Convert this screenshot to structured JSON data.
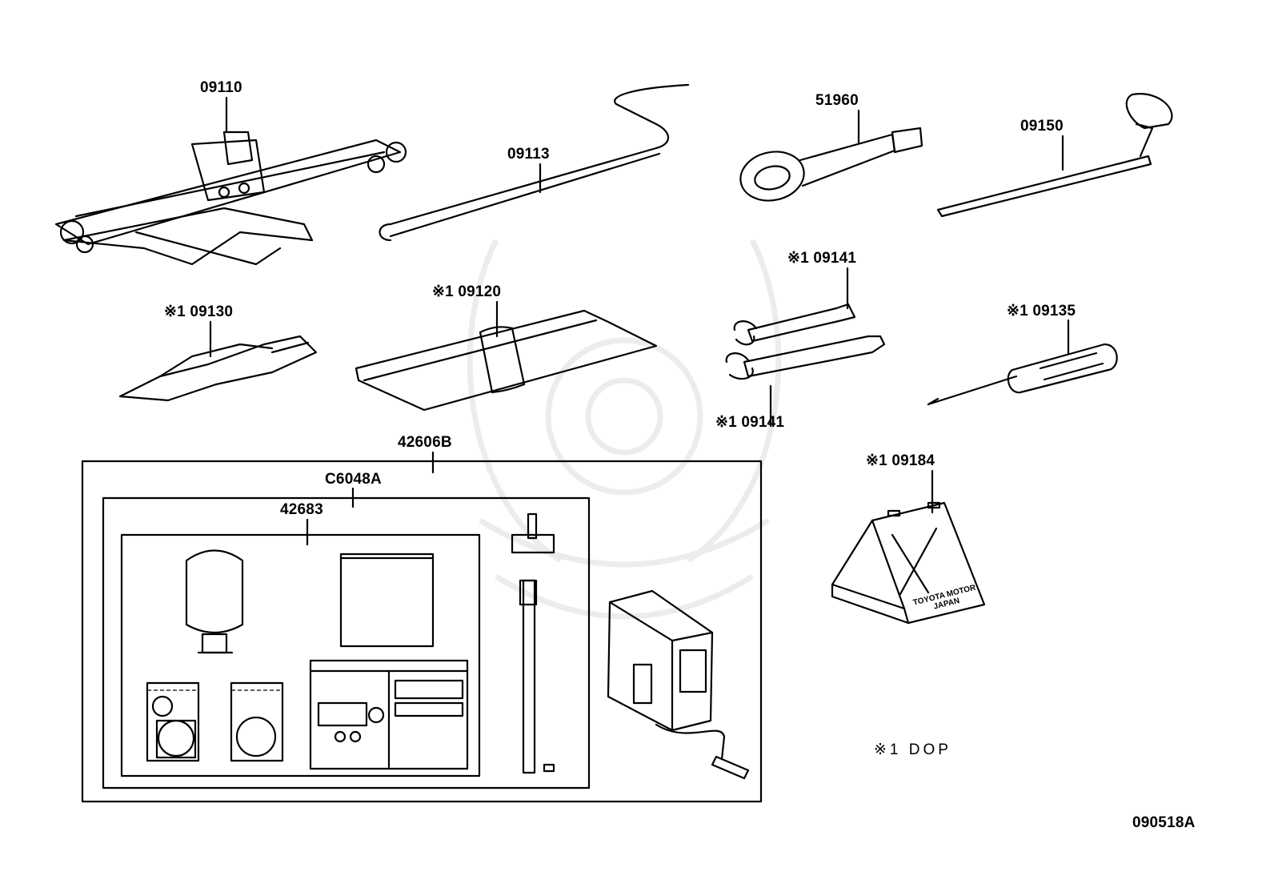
{
  "parts": {
    "p09110": "09110",
    "p09113": "09113",
    "p51960": "51960",
    "p09150": "09150",
    "p09130": "※1 09130",
    "p09120": "※1 09120",
    "p09141_top": "※1 09141",
    "p09141_bottom": "※1 09141",
    "p09135": "※1 09135",
    "p42606B": "42606B",
    "pC6048A": "C6048A",
    "p42683": "42683",
    "p09184": "※1 09184"
  },
  "wheel_chock_text": {
    "line1": "TOYOTA MOTOR",
    "line2": "JAPAN"
  },
  "note": "※1  DOP",
  "diagram_id": "090518A"
}
